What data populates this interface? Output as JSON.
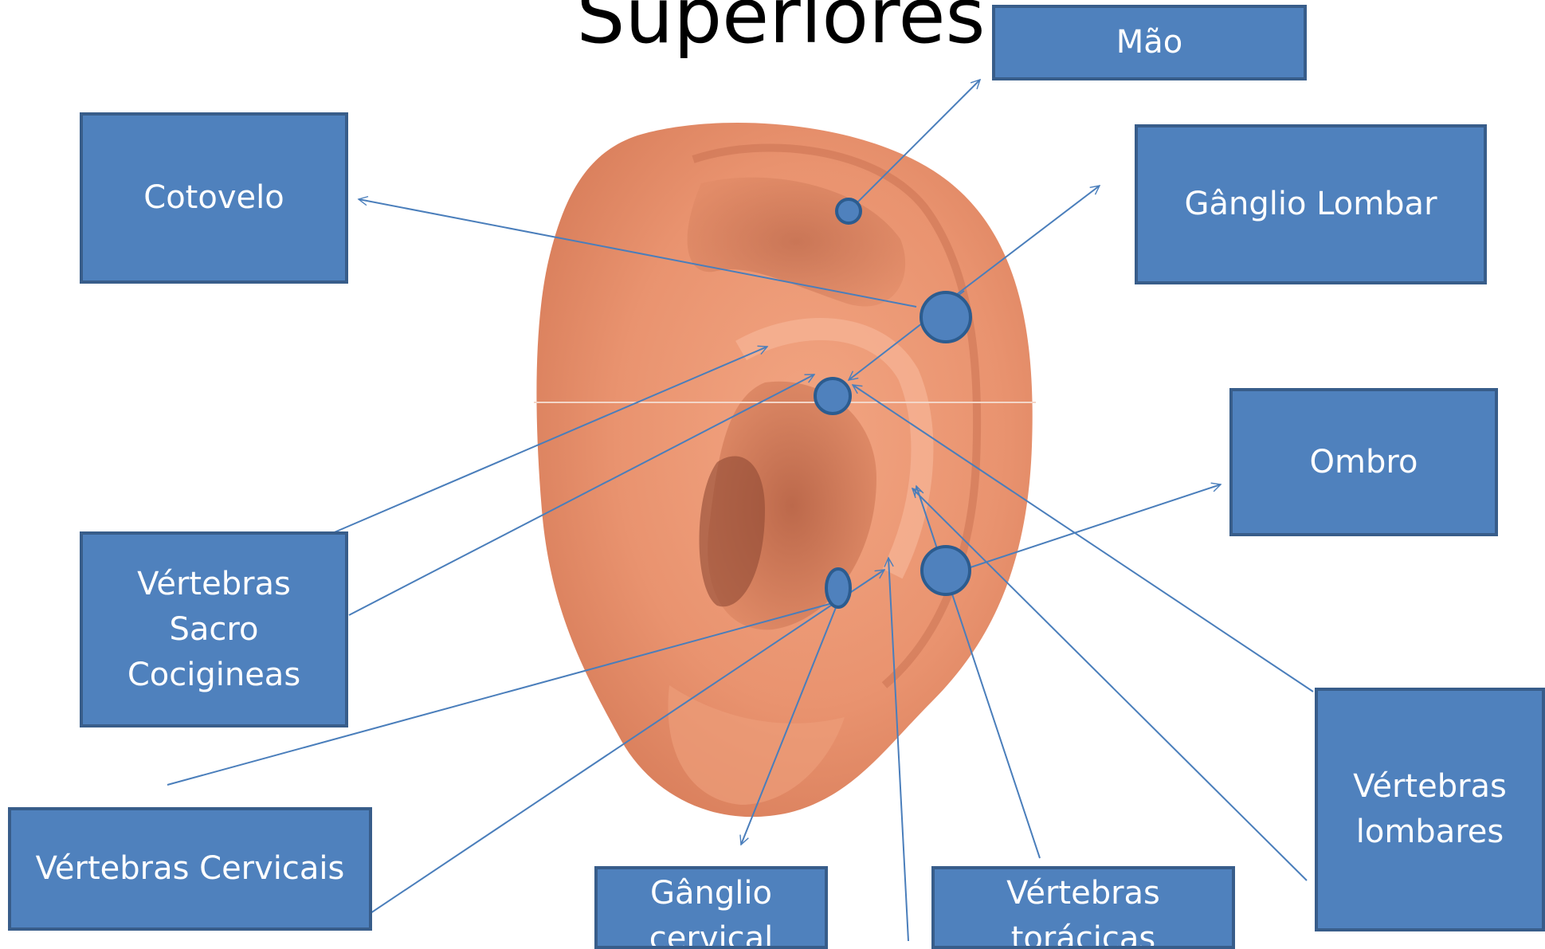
{
  "title": "Superiores",
  "colors": {
    "box_fill": "#4f81bd",
    "box_border": "#385d8a",
    "line": "#4a7ebb",
    "text": "#ffffff"
  },
  "labels": {
    "mao": "Mão",
    "cotovelo": "Cotovelo",
    "ganglio_lombar": "Gânglio Lombar",
    "ombro": "Ombro",
    "vertebras_sacro": "Vértebras\nSacro\nCocigineas",
    "vertebras_cervicais": "Vértebras Cervicais",
    "ganglio_cervical": "Gânglio\ncervical",
    "vertebras_toracicas": "Vértebras\ntorácicas",
    "vertebras_lombares": "Vértebras\nlombares"
  }
}
